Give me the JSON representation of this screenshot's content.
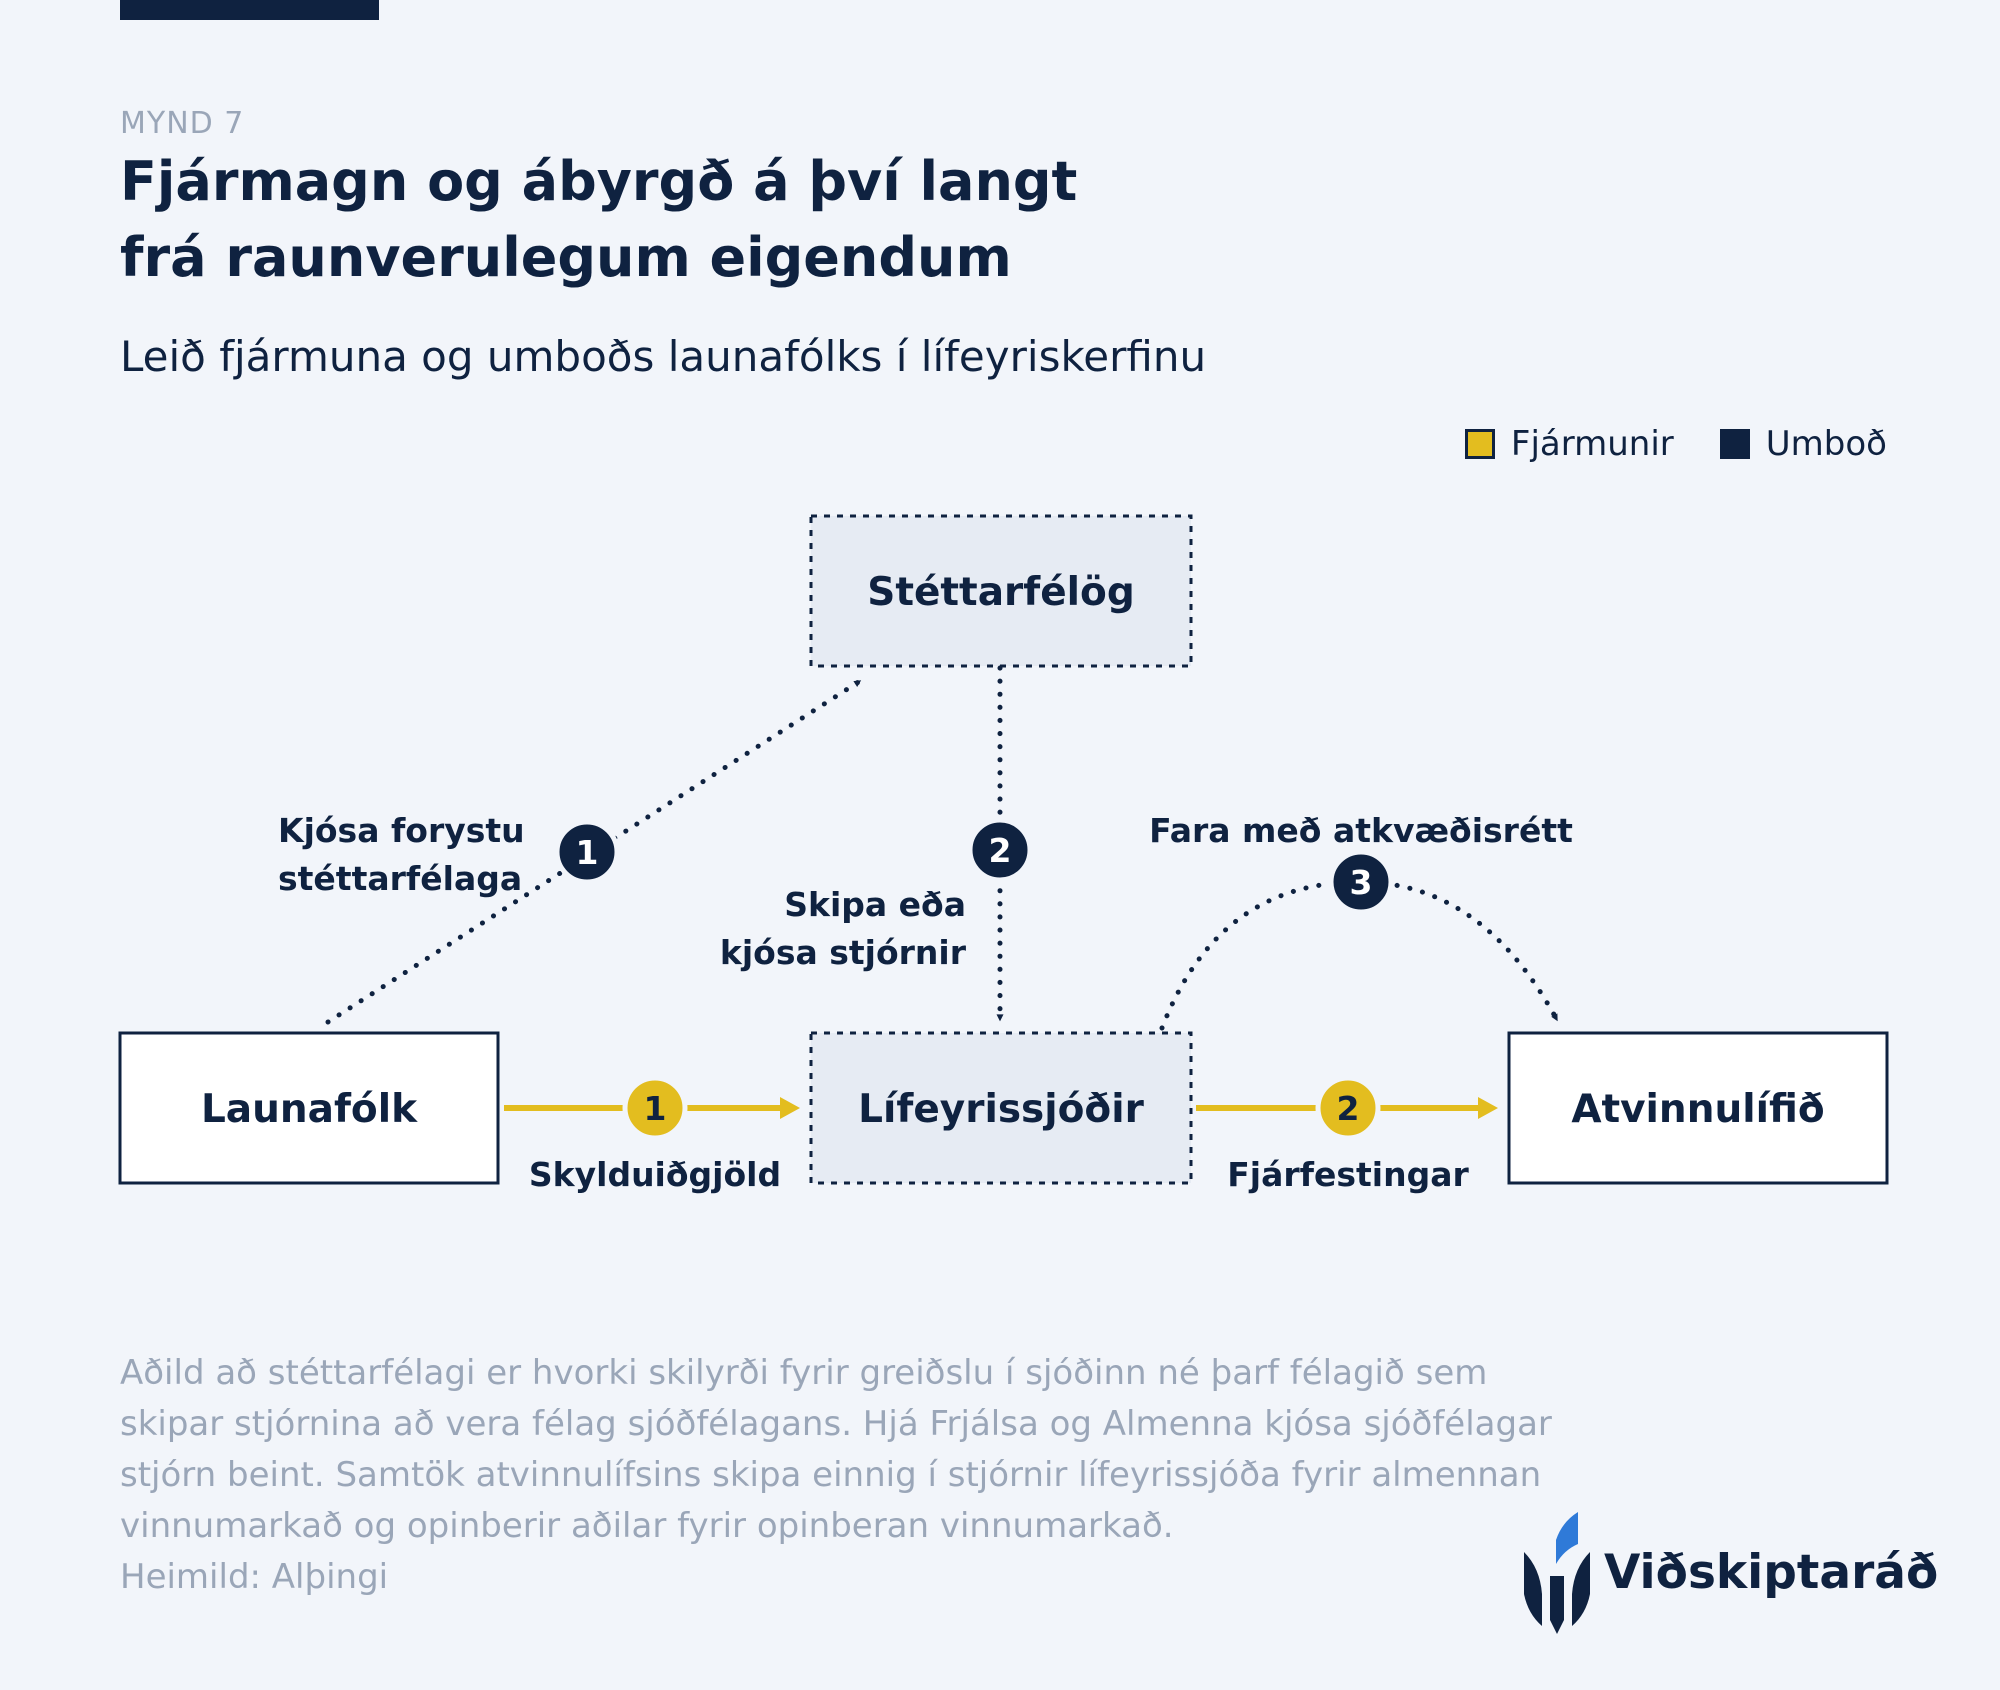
{
  "header": {
    "eyebrow": "MYND 7",
    "title_line1": "Fjármagn og ábyrgð á því langt",
    "title_line2": "frá raunverulegum eigendum",
    "subtitle": "Leið fjármuna og umboðs launafólks í lífeyriskerfinu"
  },
  "legend": {
    "items": [
      {
        "label": "Fjármunir",
        "color": "#e3bd1f"
      },
      {
        "label": "Umboð",
        "color": "#0f2240"
      }
    ]
  },
  "diagram": {
    "nodes": {
      "stettarfelog": "Stéttarfélög",
      "launafolk": "Launafólk",
      "lifeyrissjodir": "Lífeyrissjóðir",
      "atvinnulifid": "Atvinnulífið"
    },
    "edges": {
      "kjosa_line1": "Kjósa forystu",
      "kjosa_line2": "stéttarfélaga",
      "skipa_line1": "Skipa eða",
      "skipa_line2": "kjósa stjórnir",
      "fara": "Fara með atkvæðisrétt",
      "skylduidgjold": "Skylduiðgjöld",
      "fjarfestingar": "Fjárfestingar"
    },
    "badges": {
      "umbod_1": "1",
      "umbod_2": "2",
      "umbod_3": "3",
      "fe_1": "1",
      "fe_2": "2"
    }
  },
  "note": {
    "lines": [
      "Aðild að stéttarfélagi er hvorki skilyrði fyrir greiðslu í sjóðinn né þarf félagið sem",
      "skipar stjórnina að vera félag sjóðfélagans. Hjá Frjálsa og Almenna kjósa sjóðfélagar",
      "stjórn beint. Samtök atvinnulífsins skipa einnig í stjórnir lífeyrissjóða fyrir almennan",
      "vinnumarkað og opinberir aðilar fyrir opinberan vinnumarkað."
    ],
    "source": "Heimild: Alþingi"
  },
  "logo": {
    "text": "Viðskiptaráð"
  }
}
